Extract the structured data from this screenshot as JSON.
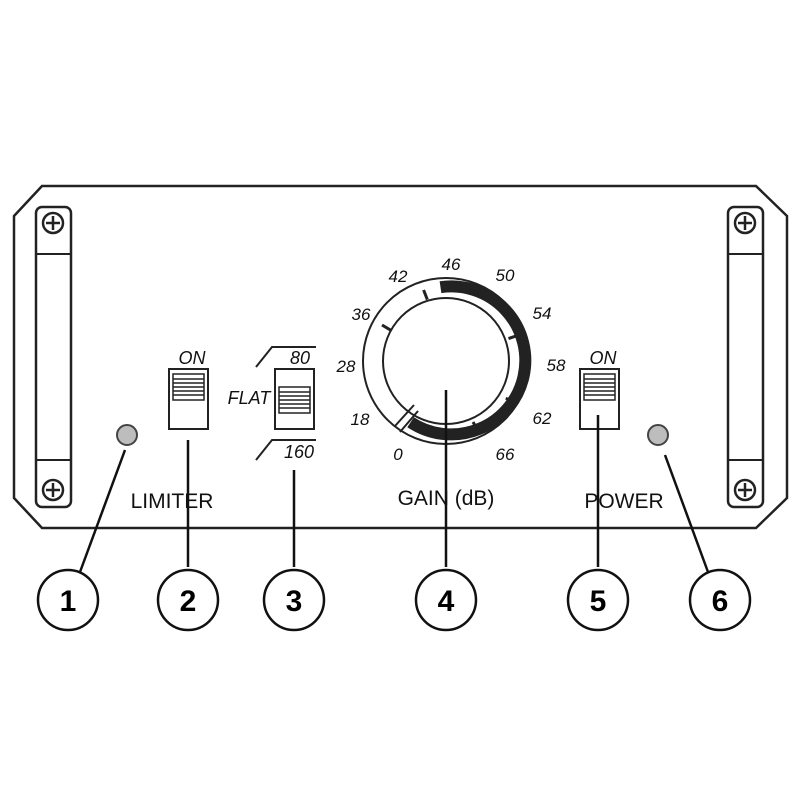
{
  "panel": {
    "limiter_label": "LIMITER",
    "gain_label": "GAIN (dB)",
    "power_label": "POWER",
    "limiter_switch": {
      "state_label": "ON"
    },
    "filter_switch": {
      "top_label": "80",
      "middle_label": "FLAT",
      "bottom_label": "160"
    },
    "power_switch": {
      "state_label": "ON"
    },
    "gain_dial": {
      "scale": [
        {
          "label": "0"
        },
        {
          "label": "18"
        },
        {
          "label": "28"
        },
        {
          "label": "36"
        },
        {
          "label": "42"
        },
        {
          "label": "46"
        },
        {
          "label": "50"
        },
        {
          "label": "54"
        },
        {
          "label": "58"
        },
        {
          "label": "62"
        },
        {
          "label": "66"
        }
      ]
    }
  },
  "callouts": [
    {
      "label": "1"
    },
    {
      "label": "2"
    },
    {
      "label": "3"
    },
    {
      "label": "4"
    },
    {
      "label": "5"
    },
    {
      "label": "6"
    }
  ],
  "colors": {
    "line": "#222222",
    "led": "#bdbdbd",
    "fill": "#ffffff"
  },
  "icons": {
    "screw": "screw-plus-icon",
    "led": "led-indicator-icon"
  }
}
